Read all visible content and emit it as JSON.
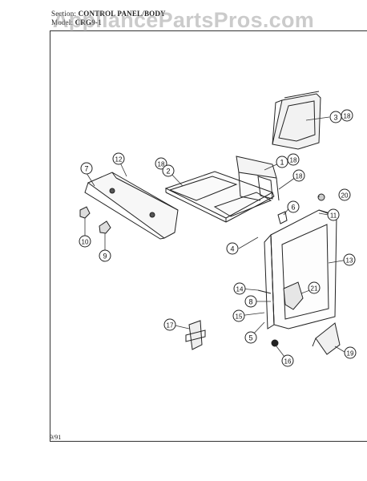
{
  "header": {
    "section_label": "Section:",
    "section_value": "CONTROL PANEL/BODY",
    "model_label": "Model:",
    "model_value": "CRG9-1"
  },
  "footer": {
    "date": "9/91"
  },
  "watermark": "AppliancePartsPros.com",
  "callouts": [
    {
      "id": "c1",
      "label": "1"
    },
    {
      "id": "c2a",
      "label": "18"
    },
    {
      "id": "c2b",
      "label": "2"
    },
    {
      "id": "c3a",
      "label": "3"
    },
    {
      "id": "c3b",
      "label": "18"
    },
    {
      "id": "c4",
      "label": "4"
    },
    {
      "id": "c5",
      "label": "5"
    },
    {
      "id": "c6",
      "label": "6"
    },
    {
      "id": "c7",
      "label": "7"
    },
    {
      "id": "c8",
      "label": "8"
    },
    {
      "id": "c9",
      "label": "9"
    },
    {
      "id": "c10",
      "label": "10"
    },
    {
      "id": "c11",
      "label": "11"
    },
    {
      "id": "c12",
      "label": "12"
    },
    {
      "id": "c13",
      "label": "13"
    },
    {
      "id": "c14",
      "label": "14"
    },
    {
      "id": "c15",
      "label": "15"
    },
    {
      "id": "c16",
      "label": "16"
    },
    {
      "id": "c17",
      "label": "17"
    },
    {
      "id": "c18",
      "label": "18"
    },
    {
      "id": "c18b",
      "label": "18"
    },
    {
      "id": "c19",
      "label": "19"
    },
    {
      "id": "c20",
      "label": "20"
    },
    {
      "id": "c21",
      "label": "21"
    }
  ]
}
